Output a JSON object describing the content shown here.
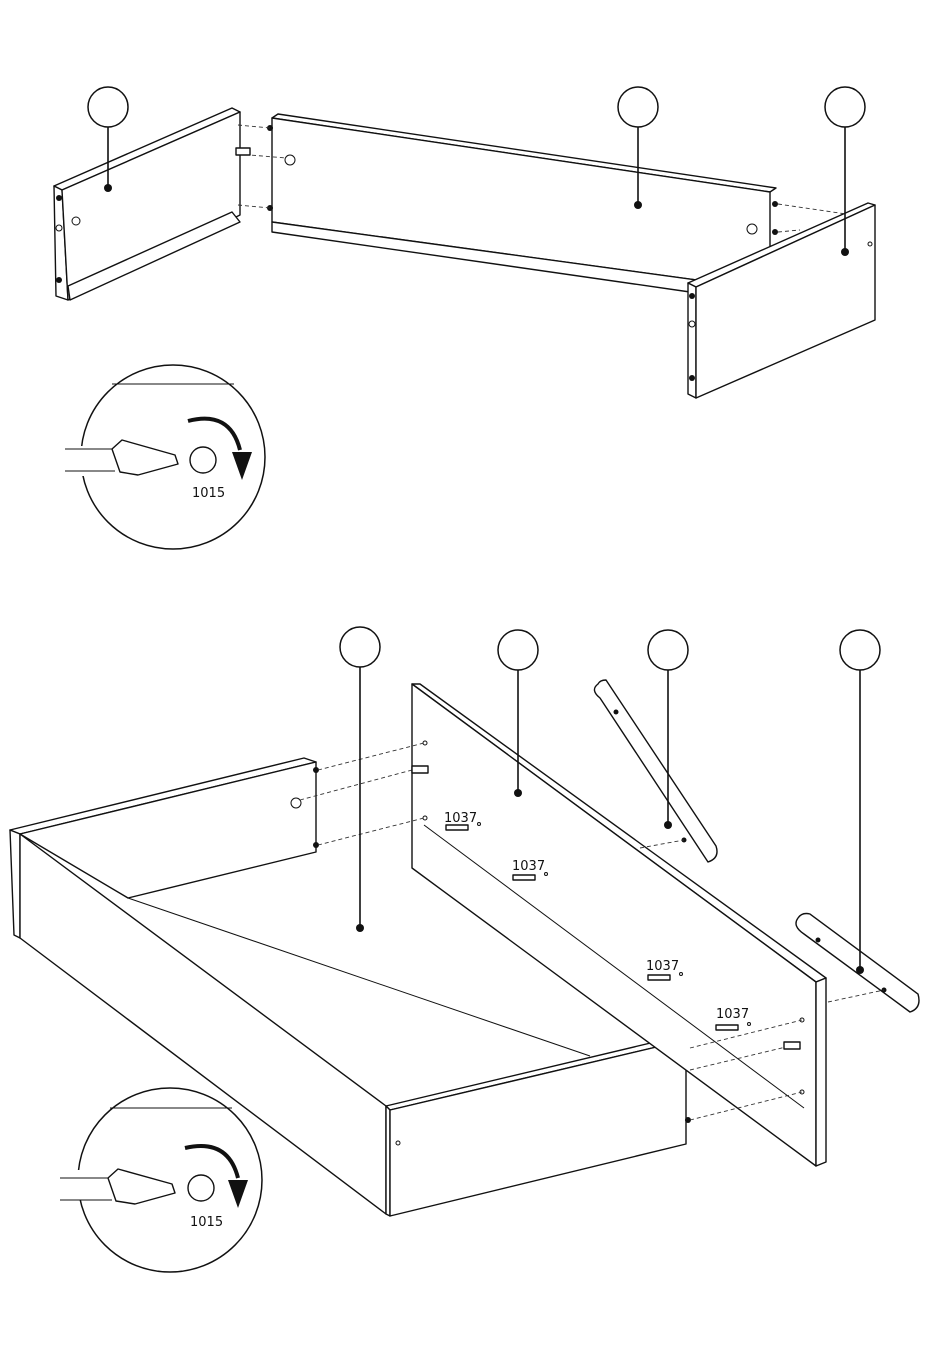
{
  "step_top": {
    "screw_detail": {
      "part_code": "1015"
    },
    "callouts": [
      "",
      "",
      ""
    ]
  },
  "step_bottom": {
    "screw_detail": {
      "part_code": "1015"
    },
    "pin_labels": [
      "1037",
      "1037",
      "1037",
      "1037"
    ],
    "callouts": [
      "",
      "",
      "",
      ""
    ]
  },
  "colors": {
    "line": "#111111",
    "background": "#ffffff"
  }
}
